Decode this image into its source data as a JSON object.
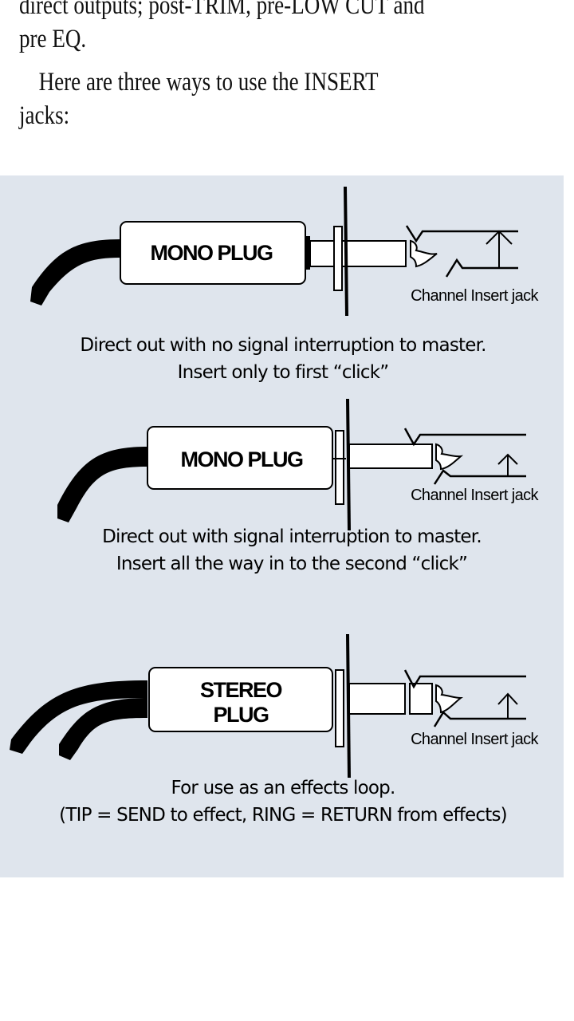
{
  "prose": {
    "line1": "direct outputs; post-TRIM, pre-LOW CUT and",
    "line2": "pre EQ.",
    "line3": "Here are three ways to use the INSERT",
    "line4": "jacks:"
  },
  "figure": {
    "diagrams": [
      {
        "plug_label_lines": [
          "MONO PLUG"
        ],
        "jack_label": "Channel Insert jack",
        "caption_lines": [
          "Direct out with no signal interruption to master.",
          "Insert only to first “click”"
        ]
      },
      {
        "plug_label_lines": [
          "MONO PLUG"
        ],
        "jack_label": "Channel Insert jack",
        "caption_lines": [
          "Direct out with signal interruption to master.",
          "Insert all the way in to the second “click”"
        ]
      },
      {
        "plug_label_lines": [
          "STEREO",
          "PLUG"
        ],
        "jack_label": "Channel Insert jack",
        "caption_lines": [
          "For use as an effects loop.",
          "(TIP = SEND to effect, RING = RETURN from effects)"
        ]
      }
    ]
  }
}
